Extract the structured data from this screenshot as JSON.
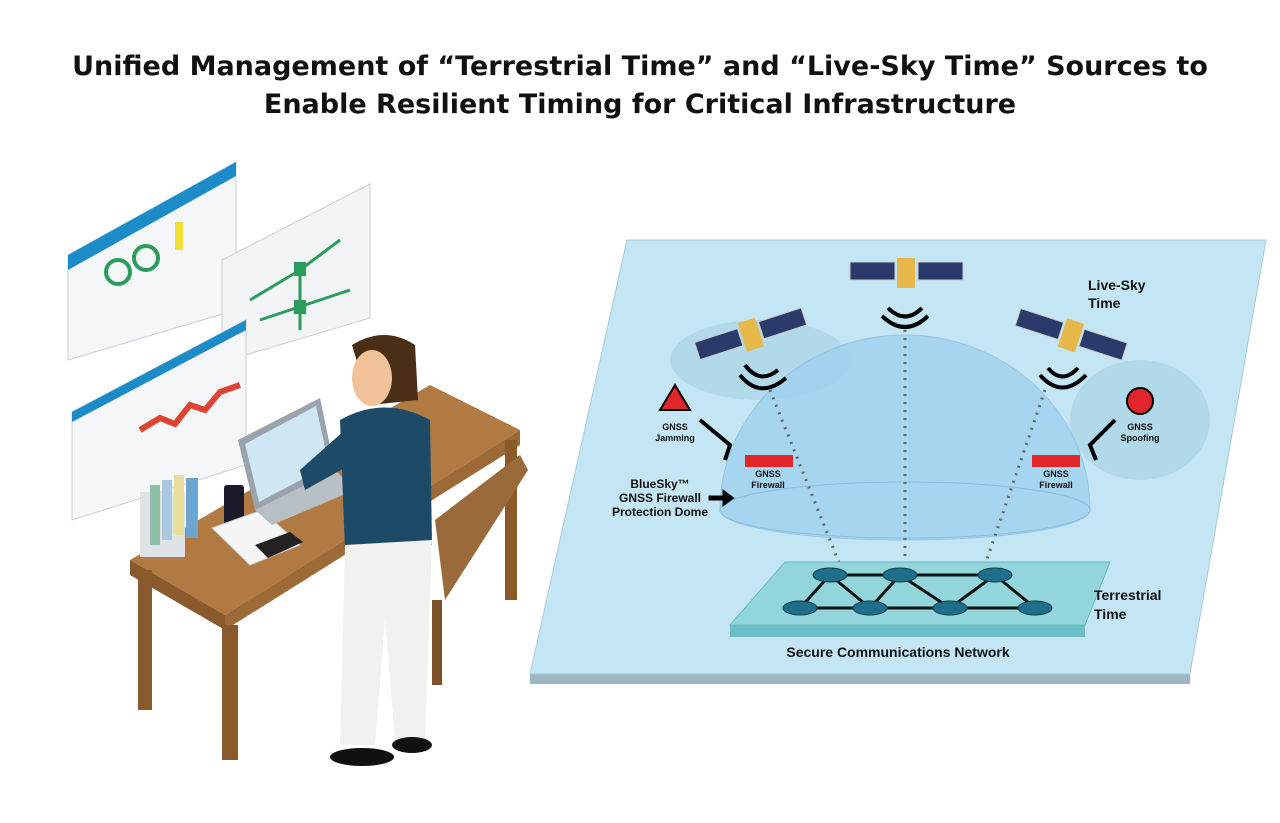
{
  "title": {
    "line1": "Unified Management of “Terrestrial Time” and “Live-Sky Time” Sources to",
    "line2": "Enable Resilient Timing for Critical Infrastructure"
  },
  "labels": {
    "live_sky_1": "Live-Sky",
    "live_sky_2": "Time",
    "jamming_1": "GNSS",
    "jamming_2": "Jamming",
    "spoofing_1": "GNSS",
    "spoofing_2": "Spoofing",
    "firewall_left_1": "GNSS",
    "firewall_left_2": "Firewall",
    "firewall_right_1": "GNSS",
    "firewall_right_2": "Firewall",
    "dome_1": "BlueSky™",
    "dome_2": "GNSS Firewall",
    "dome_3": "Protection Dome",
    "terrestrial_1": "Terrestrial",
    "terrestrial_2": "Time",
    "network": "Secure Communications Network"
  },
  "colors": {
    "panel": "#bfe3f2",
    "dome": "#9fd0ec",
    "firewall": "#e0262b",
    "network": "#8fd3d8",
    "node": "#1f6f8b",
    "shirt": "#1d4a66"
  }
}
